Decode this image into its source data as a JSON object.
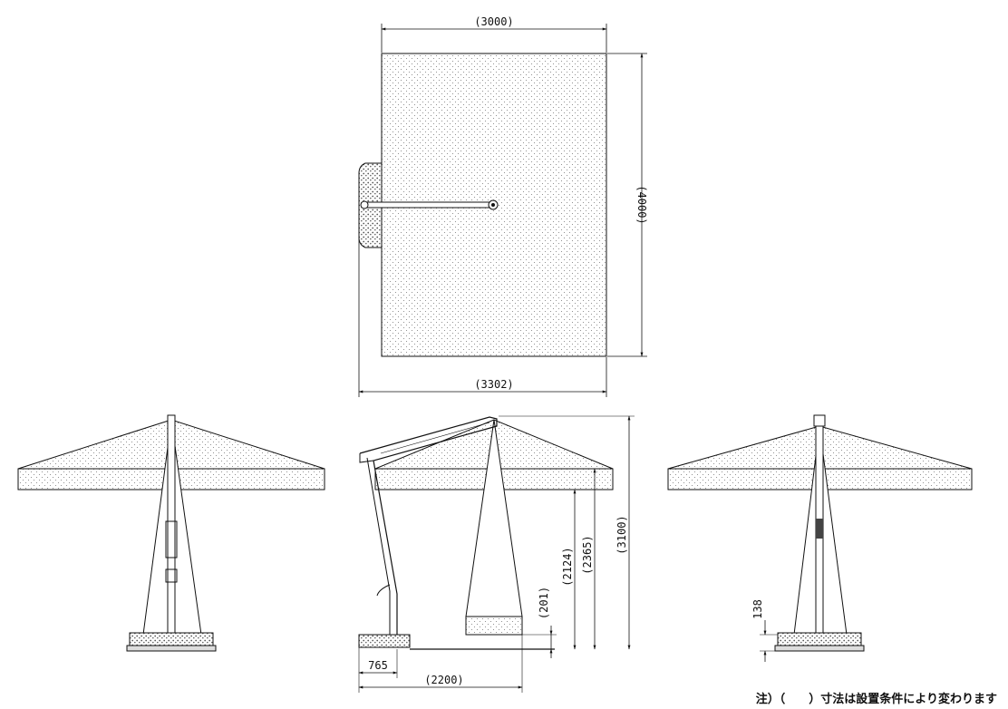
{
  "dimensions": {
    "top_width": "(3000)",
    "top_depth": "(4000)",
    "top_overall": "(3302)",
    "height_total": "(3100)",
    "height_canopy_bottom": "(2365)",
    "height_clearance": "(2124)",
    "height_hem": "(201)",
    "base_offset": "765",
    "reach": "(2200)",
    "base_height": "138"
  },
  "note": "注）（　　）寸法は設置条件により変わります",
  "colors": {
    "line": "#111111",
    "hatch": "#777777",
    "base": "#999999"
  }
}
